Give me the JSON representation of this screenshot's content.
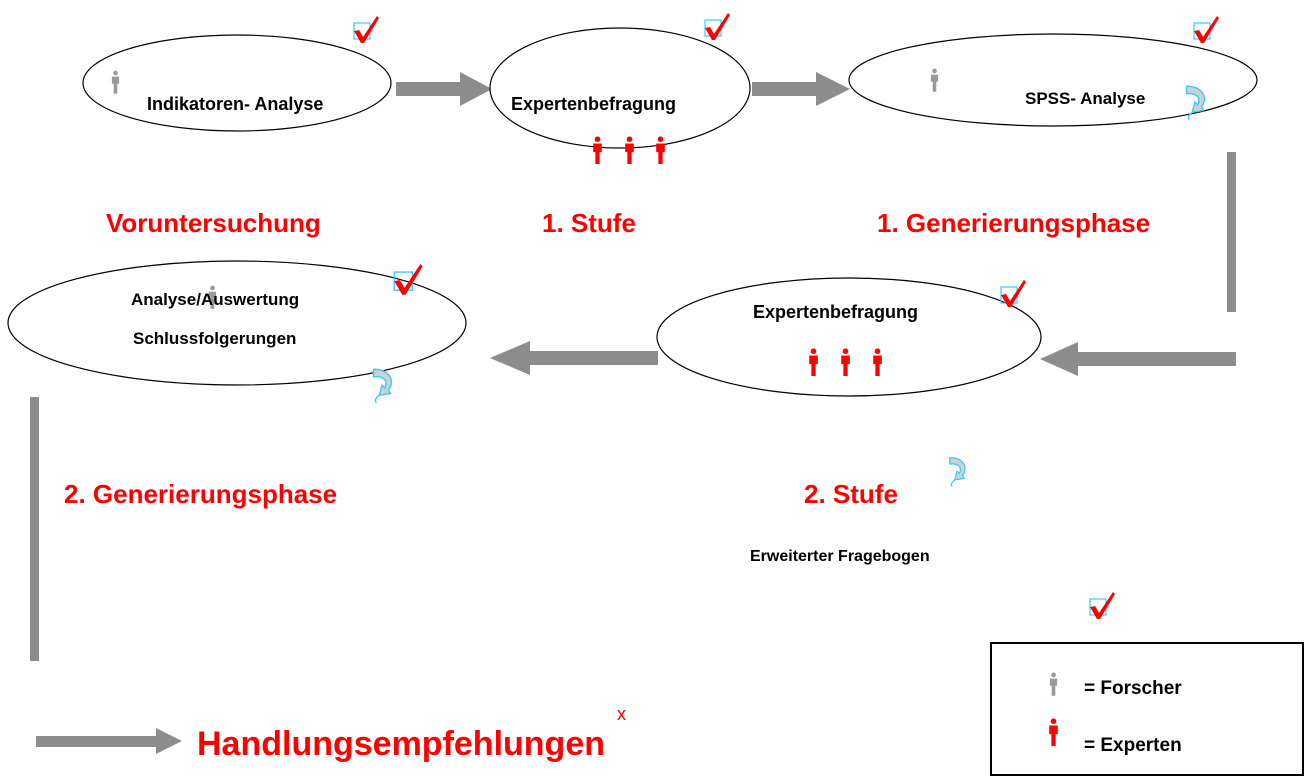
{
  "nodes": {
    "indikatoren": "Indikatoren- Analyse",
    "experten_1": "Expertenbefragung",
    "spss": "SPSS- Analyse",
    "analyse_line1": "Analyse/Auswertung",
    "analyse_line2": "Schlussfolgerungen",
    "experten_2": "Expertenbefragung"
  },
  "phases": {
    "voruntersuchung": "Voruntersuchung",
    "stufe_1": "1. Stufe",
    "generierung_1": "1. Generierungsphase",
    "generierung_2": "2. Generierungsphase",
    "stufe_2": "2. Stufe",
    "fragebogen": "Erweiterter Fragebogen"
  },
  "result": {
    "label": "Handlungsempfehlungen",
    "mark": "x"
  },
  "legend": {
    "forscher": "= Forscher",
    "experten": "= Experten"
  },
  "colors": {
    "accent_red": "#ff0000",
    "arrow_grey": "#8c8c8c",
    "person_grey": "#999999",
    "loop_cyan": "#33ccff"
  },
  "icons": [
    "checkmark-icon",
    "person-icon",
    "loop-arrow-icon",
    "arrow-icon"
  ]
}
